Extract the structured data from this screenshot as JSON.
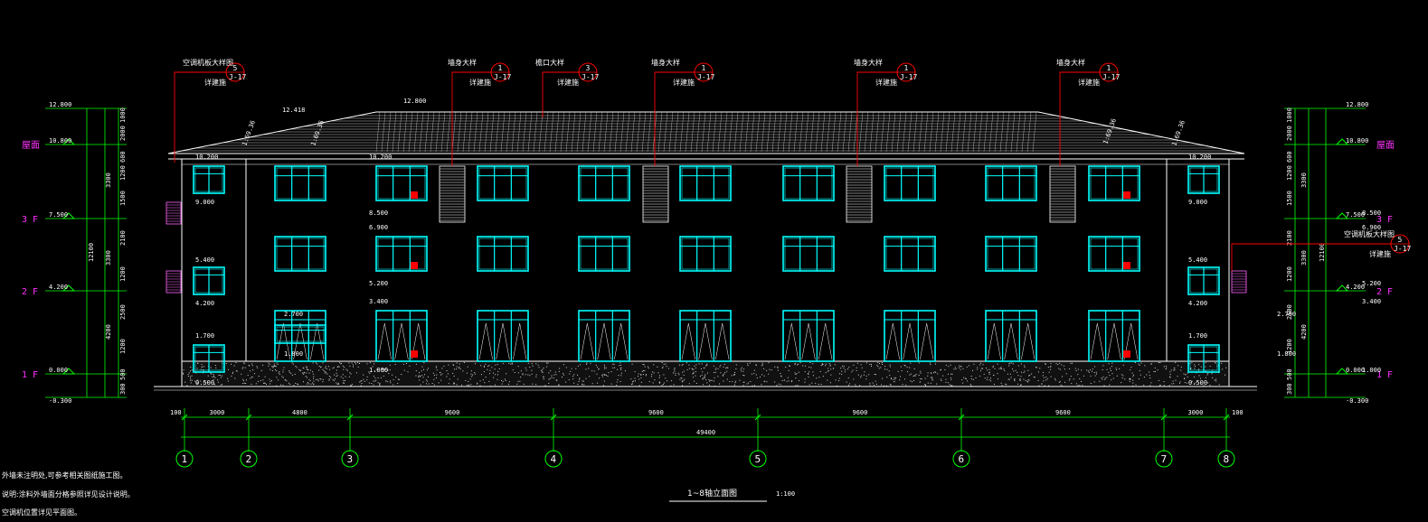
{
  "colors": {
    "background": "#000000",
    "outline": "#ffffff",
    "window": "#00ffff",
    "dimension": "#00ff00",
    "level_label": "#ff33ff",
    "callout": "#ff0000"
  },
  "drawing": {
    "title": "1~8轴立面图",
    "scale": "1:100"
  },
  "notes": [
    "外墙未注明处,可参考相关图纸施工图。",
    "说明:涂料外墙面分格参照详见设计说明。",
    "空调机位置详见平面图。"
  ],
  "callouts": [
    {
      "label": "空调机板大样图",
      "num": "5",
      "sheet": "J-17",
      "sub": "详建施"
    },
    {
      "label": "墙身大样",
      "num": "1",
      "sheet": "J-17",
      "sub": "详建施"
    },
    {
      "label": "檐口大样",
      "num": "3",
      "sheet": "J-17",
      "sub": "详建施"
    },
    {
      "label": "墙身大样",
      "num": "1",
      "sheet": "J-17",
      "sub": "详建施"
    },
    {
      "label": "墙身大样",
      "num": "1",
      "sheet": "J-17",
      "sub": "详建施"
    },
    {
      "label": "墙身大样",
      "num": "1",
      "sheet": "J-17",
      "sub": "详建施"
    },
    {
      "label": "空调机板大样图",
      "num": "5",
      "sheet": "J-17",
      "sub": "详建施"
    }
  ],
  "axes": [
    "1",
    "2",
    "3",
    "4",
    "5",
    "6",
    "7",
    "8"
  ],
  "bay_dims": [
    "3000",
    "4800",
    "9600",
    "9600",
    "9600",
    "9600",
    "3000"
  ],
  "edge_dim": "100",
  "total_dim": "49400",
  "levels": [
    {
      "name": "屋面",
      "elev": "10.800"
    },
    {
      "name": "3 F",
      "elev": "7.500"
    },
    {
      "name": "2 F",
      "elev": "4.200"
    },
    {
      "name": "1 F",
      "elev": "0.000"
    }
  ],
  "top_elev": "12.800",
  "ground_elev": "-0.300",
  "ridge_marks": [
    "12.418",
    "12.800",
    "10.200"
  ],
  "slope_marks": [
    "1:69.36",
    "1:69.36",
    "1:69.36",
    "1:69.36"
  ],
  "left_dims_inner": [
    "1000",
    "2000",
    "600",
    "1200",
    "1500",
    "2100",
    "1200",
    "2500",
    "1200",
    "500",
    "300"
  ],
  "left_dims_mid": [
    "3300",
    "3300",
    "4200"
  ],
  "left_total": "12100",
  "window_elevs": [
    "10.200",
    "9.000",
    "8.500",
    "6.900",
    "5.400",
    "5.200",
    "4.200",
    "3.400",
    "2.700",
    "1.800",
    "1.700",
    "1.000",
    "0.500"
  ]
}
